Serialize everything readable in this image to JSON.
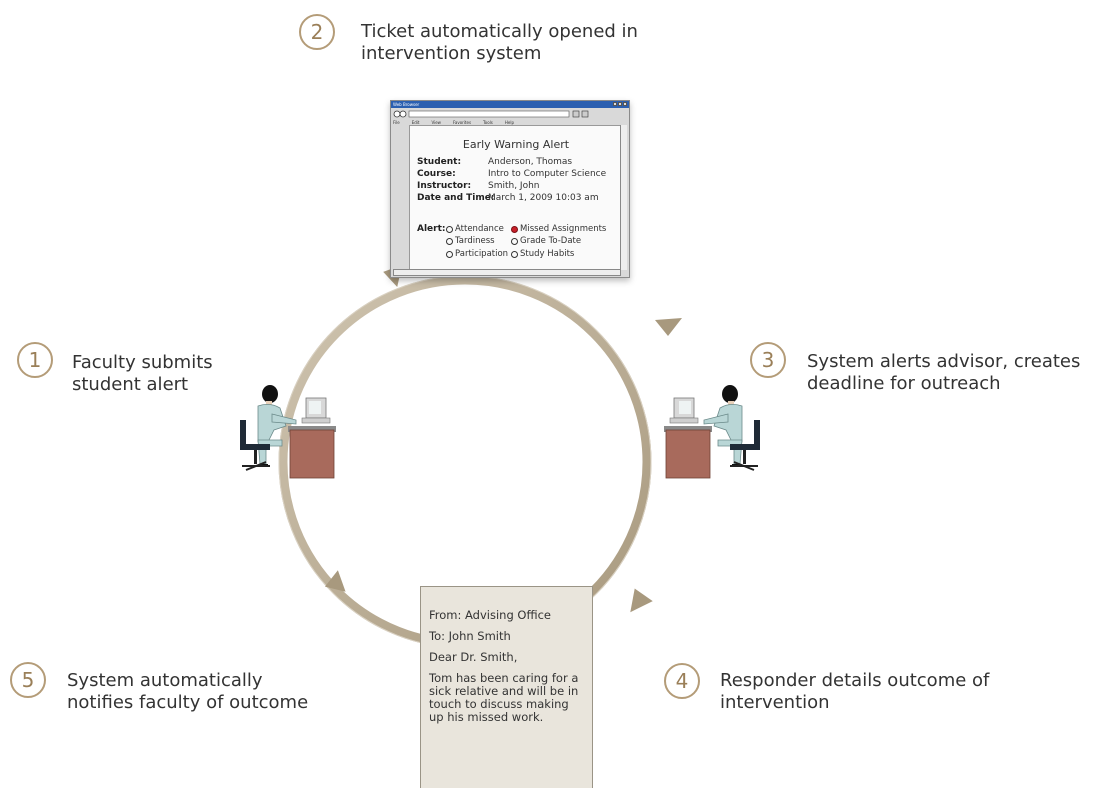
{
  "steps": [
    {
      "num": "1",
      "text_lines": [
        "Faculty submits",
        "student alert"
      ]
    },
    {
      "num": "2",
      "text_lines": [
        "Ticket automatically opened in",
        "intervention system"
      ]
    },
    {
      "num": "3",
      "text_lines": [
        "System alerts advisor, creates",
        "deadline for outreach"
      ]
    },
    {
      "num": "4",
      "text_lines": [
        "Responder details outcome of",
        "intervention"
      ]
    },
    {
      "num": "5",
      "text_lines": [
        "System automatically",
        "notifies faculty of outcome"
      ]
    }
  ],
  "browser": {
    "title": "Web Browser",
    "menu": [
      "File",
      "Edit",
      "View",
      "Favorites",
      "Tools",
      "Help"
    ]
  },
  "alert_form": {
    "title": "Early Warning Alert",
    "fields": [
      {
        "label": "Student:",
        "value": "Anderson, Thomas"
      },
      {
        "label": "Course:",
        "value": "Intro to Computer Science"
      },
      {
        "label": "Instructor:",
        "value": "Smith, John"
      },
      {
        "label": "Date and Time:",
        "value": "March 1, 2009 10:03 am"
      }
    ],
    "alert_label": "Alert:",
    "options": [
      {
        "label": "Attendance",
        "checked": false
      },
      {
        "label": "Missed Assignments",
        "checked": true
      },
      {
        "label": "Tardiness",
        "checked": false
      },
      {
        "label": "Grade To-Date",
        "checked": false
      },
      {
        "label": "Participation",
        "checked": false
      },
      {
        "label": "Study Habits",
        "checked": false
      }
    ]
  },
  "letter": {
    "from": "From: Advising Office",
    "to": "To: John Smith",
    "salutation": "Dear Dr. Smith,",
    "body": "Tom has been caring for a sick relative and will be in touch to discuss making up his missed work."
  },
  "colors": {
    "ring": "#b6a88f",
    "ring_dark": "#8c7c62",
    "step_circle": "#b49c78",
    "desk": "#a86a5c",
    "missed_radio": "#c8202a"
  }
}
